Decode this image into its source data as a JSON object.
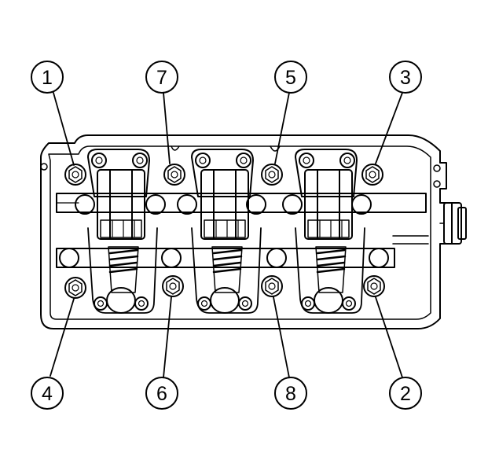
{
  "callouts": [
    {
      "id": "1",
      "label": "1"
    },
    {
      "id": "7",
      "label": "7"
    },
    {
      "id": "5",
      "label": "5"
    },
    {
      "id": "3",
      "label": "3"
    },
    {
      "id": "4",
      "label": "4"
    },
    {
      "id": "6",
      "label": "6"
    },
    {
      "id": "8",
      "label": "8"
    },
    {
      "id": "2",
      "label": "2"
    }
  ],
  "colors": {
    "ink": "#000000",
    "paper": "#ffffff"
  }
}
